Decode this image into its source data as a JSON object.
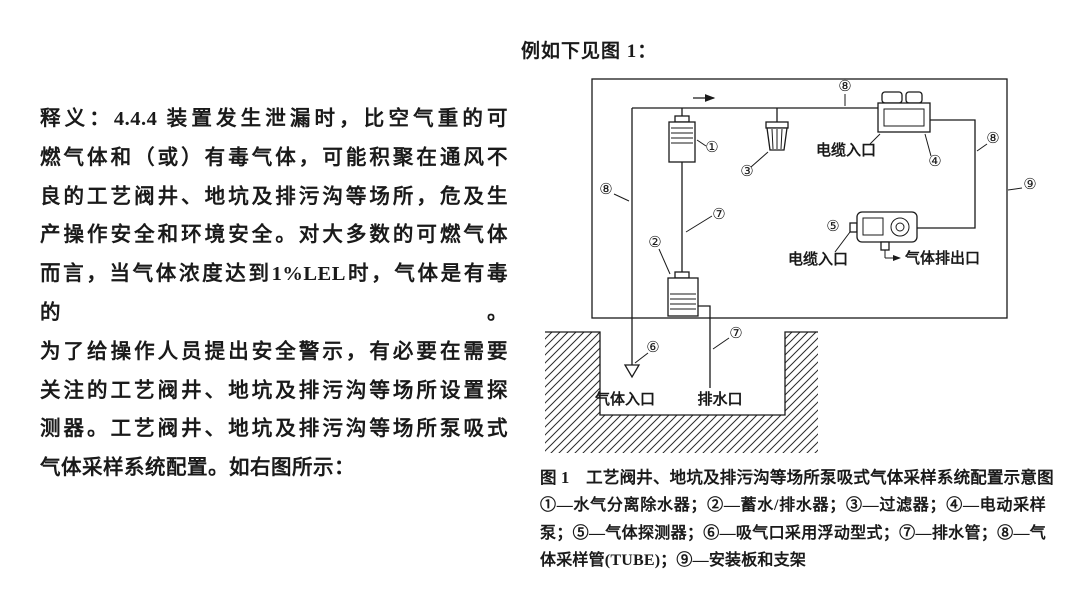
{
  "left_text": {
    "lines": [
      "释义：4.4.4 装置发生泄漏时，比空气重的可",
      "燃气体和（或）有毒气体，可能积聚在通风不",
      "良的工艺阀井、地坑及排污沟等场所，危及生",
      "产操作安全和环境安全。对大多数的可燃气体",
      "而言，当气体浓度达到1%LEL时，气体是有毒的。",
      "为了给操作人员提出安全警示，有必要在需要",
      "关注的工艺阀井、地坑及排污沟等场所设置探",
      "测器。工艺阀井、地坑及排污沟等场所泵吸式",
      "气体采样系统配置。如右图所示："
    ]
  },
  "figure": {
    "intro": "例如下见图 1：",
    "labels": {
      "n1": "①",
      "n2": "②",
      "n3": "③",
      "n4": "④",
      "n5": "⑤",
      "n6": "⑥",
      "n7": "⑦",
      "n8": "⑧",
      "n9": "⑨",
      "cable_entry": "电缆入口",
      "gas_outlet": "气体排出口",
      "gas_inlet": "气体入口",
      "drain_outlet": "排水口"
    },
    "caption": {
      "title": "图 1　工艺阀井、地坑及排污沟等场所泵吸式气体采样系统配置示意图",
      "legend": "①—水气分离除水器；②—蓄水/排水器；③—过滤器；④—电动采样泵；⑤—气体探测器；⑥—吸气口采用浮动型式；⑦—排水管；⑧—气体采样管(TUBE)；⑨—安装板和支架"
    }
  }
}
